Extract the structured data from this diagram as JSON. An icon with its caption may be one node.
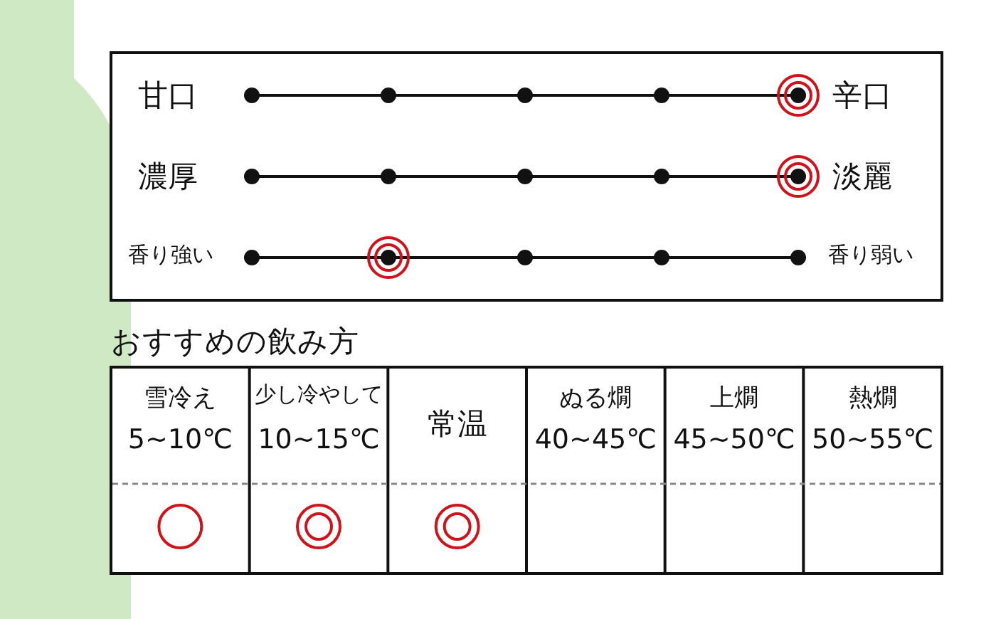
{
  "diagram": {
    "labels": [
      "甘口",
      "辛口",
      "濃厚",
      "淡麗",
      "香り強い",
      "香り弱い",
      "おすすめの飲み方",
      "雪冷え",
      "5~10℃",
      "少し冷やして",
      "10~15℃",
      "常温",
      "ぬる燗",
      "40~45℃",
      "上燗",
      "45~50℃",
      "熱燗",
      "50~55℃"
    ]
  }
}
